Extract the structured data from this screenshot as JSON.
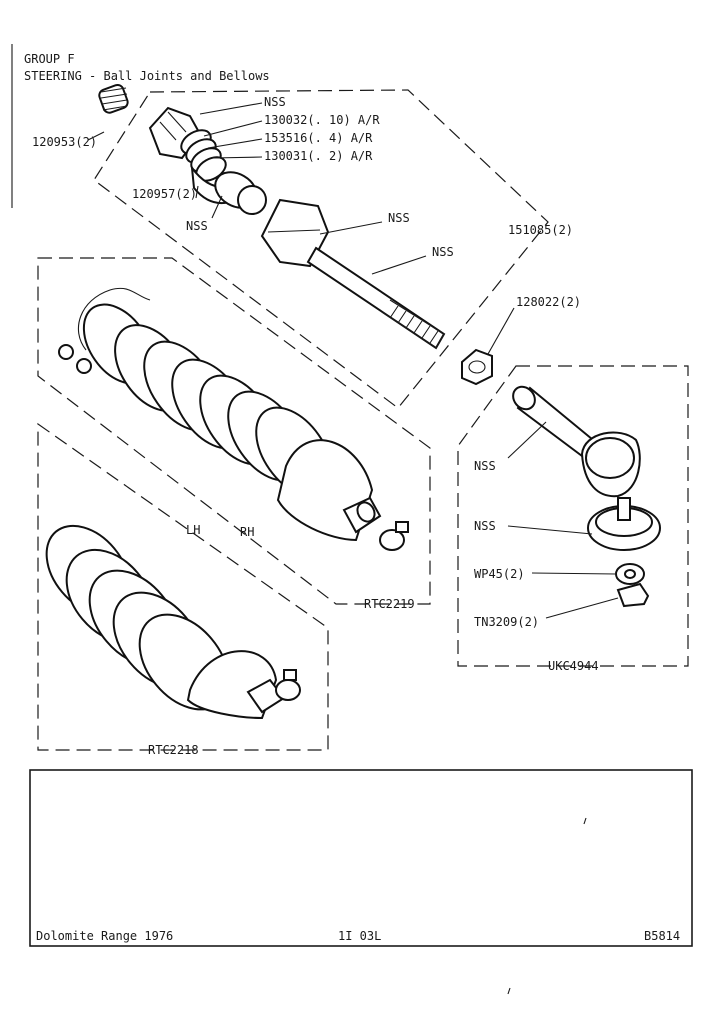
{
  "header": {
    "group": "GROUP F",
    "title": "STEERING - Ball Joints and Bellows"
  },
  "labels": {
    "nss_top": "NSS",
    "p130032": "130032(. 10) A/R",
    "p153516": "153516(.  4) A/R",
    "p130031": "130031(.  2) A/R",
    "p120953": "120953(2)",
    "p120957": "120957(2)",
    "nss_cup": "NSS",
    "nss_hex": "NSS",
    "nss_rod": "NSS",
    "p151085": "151085(2)",
    "p128022": "128022(2)",
    "nss_tre_arm": "NSS",
    "nss_tre_seat": "NSS",
    "pwp45": "WP45(2)",
    "ptn3209": "TN3209(2)",
    "pukc4944": "UKC4944",
    "lh": "LH",
    "rh": "RH",
    "prtc2219": "RTC2219",
    "prtc2218": "RTC2218"
  },
  "footer": {
    "range": "Dolomite Range 1976",
    "page": "1I 03L",
    "ref": "B5814"
  }
}
